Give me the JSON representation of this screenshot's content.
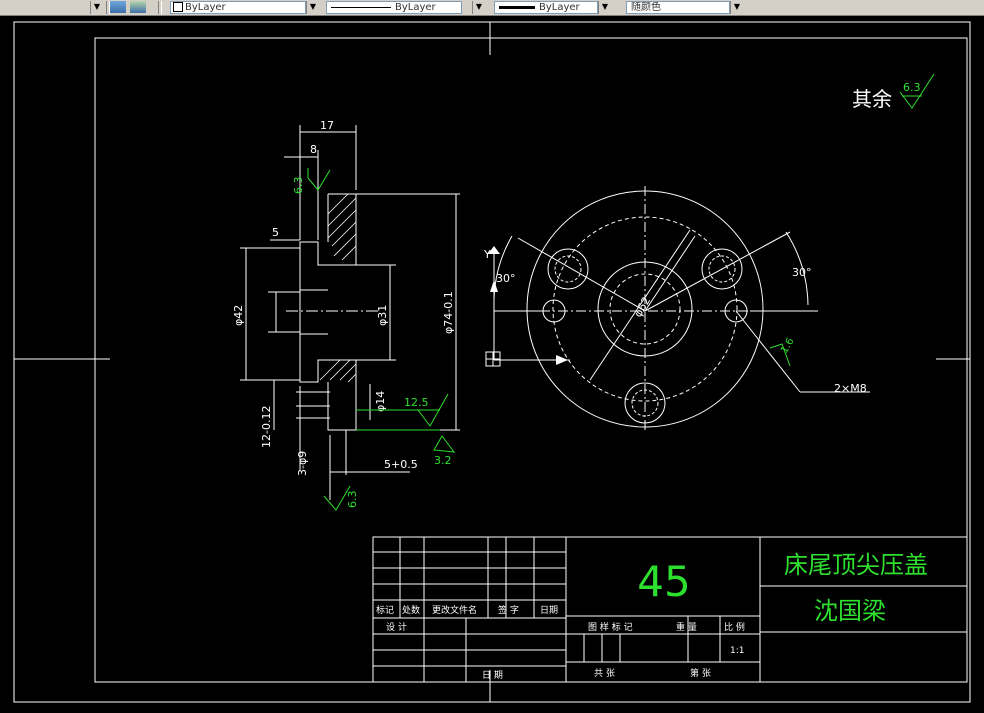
{
  "toolbar": {
    "layer_dropdown_visible_text": "ByLayer",
    "linetype_dropdown_visible_text": "ByLayer",
    "lineweight_dropdown_visible_text": "ByLayer",
    "color_dropdown_visible_text": "随颜色"
  },
  "drawing": {
    "roughness_note_label": "其余",
    "roughness_note_value": "6.3",
    "section_view": {
      "dim_17": "17",
      "dim_8": "8",
      "dim_5": "5",
      "dim_phi42": "φ42",
      "dim_phi31": "φ31",
      "dim_phi74": "φ74-0.1",
      "dim_phi14": "φ14",
      "dim_12": "12-0.12",
      "dim_5_tol": "5+0.5",
      "dim_3phi": "3-φ9",
      "rough_63_top": "6.3",
      "rough_125": "12.5",
      "rough_32": "3.2",
      "rough_63_bottom": "6.3"
    },
    "front_view": {
      "angle_left": "30°",
      "angle_right": "30°",
      "dim_center": "φ62",
      "rough_16": "1.6",
      "thread_note": "2×M8",
      "axis_y": "Y"
    }
  },
  "title_block": {
    "material": "45",
    "part_name": "床尾顶尖压盖",
    "designer_name": "沈国梁",
    "hdr_mark": "标记",
    "hdr_count": "处数",
    "hdr_change_doc": "更改文件名",
    "hdr_sign": "签 字",
    "hdr_date": "日期",
    "row_design": "设 计",
    "row_date": "日 期",
    "hdr_stage_mark": "图 样 标 记",
    "hdr_weight": "重 量",
    "hdr_scale": "比 例",
    "scale_value": "1:1",
    "sheets_total": "共    张",
    "sheet_no": "第    张"
  }
}
